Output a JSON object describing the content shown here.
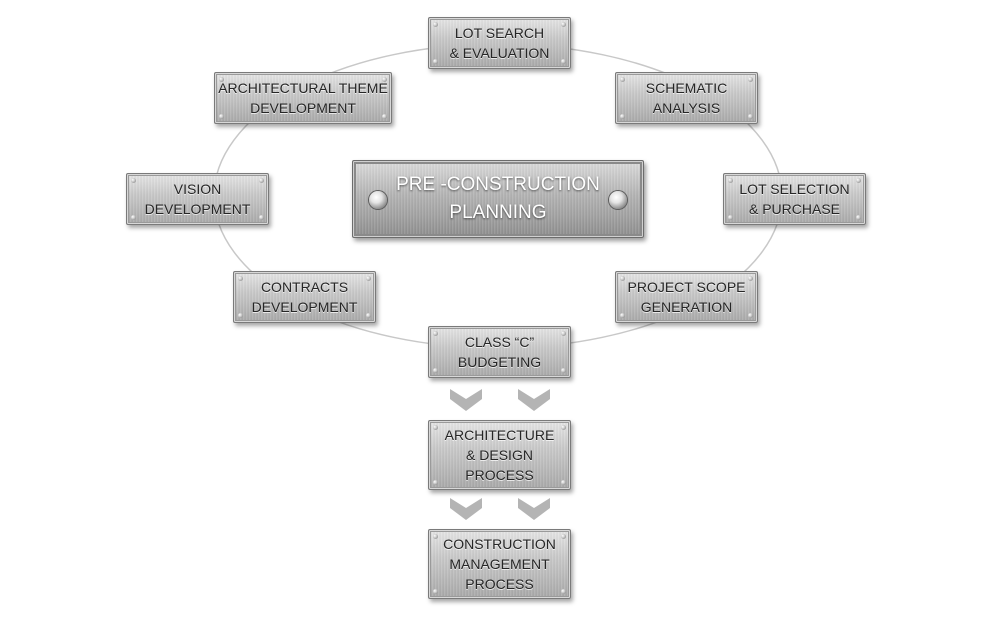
{
  "center": {
    "lines": [
      "PRE -CONSTRUCTION",
      "PLANNING"
    ]
  },
  "cycle": [
    {
      "id": "lot-search",
      "lines": [
        "LOT SEARCH",
        "& EVALUATION"
      ]
    },
    {
      "id": "schematic",
      "lines": [
        "SCHEMATIC",
        "ANALYSIS"
      ]
    },
    {
      "id": "lot-selection",
      "lines": [
        "LOT SELECTION",
        "& PURCHASE"
      ]
    },
    {
      "id": "project-scope",
      "lines": [
        "PROJECT SCOPE",
        "GENERATION"
      ]
    },
    {
      "id": "class-c",
      "lines": [
        "CLASS “C”",
        "BUDGETING"
      ]
    },
    {
      "id": "contracts",
      "lines": [
        "CONTRACTS",
        "DEVELOPMENT"
      ]
    },
    {
      "id": "vision",
      "lines": [
        "VISION",
        "DEVELOPMENT"
      ]
    },
    {
      "id": "arch-theme",
      "lines": [
        "ARCHITECTURAL THEME",
        "DEVELOPMENT"
      ]
    }
  ],
  "flow": [
    {
      "id": "architecture-design",
      "lines": [
        "ARCHITECTURE",
        "& DESIGN",
        "PROCESS"
      ]
    },
    {
      "id": "construction-mgmt",
      "lines": [
        "CONSTRUCTION",
        "MANAGEMENT",
        "PROCESS"
      ]
    }
  ],
  "colors": {
    "plate_text": "#262626",
    "center_text": "#ffffff",
    "ring": "#c8c8c8",
    "chevron": "#b4b4b4"
  }
}
